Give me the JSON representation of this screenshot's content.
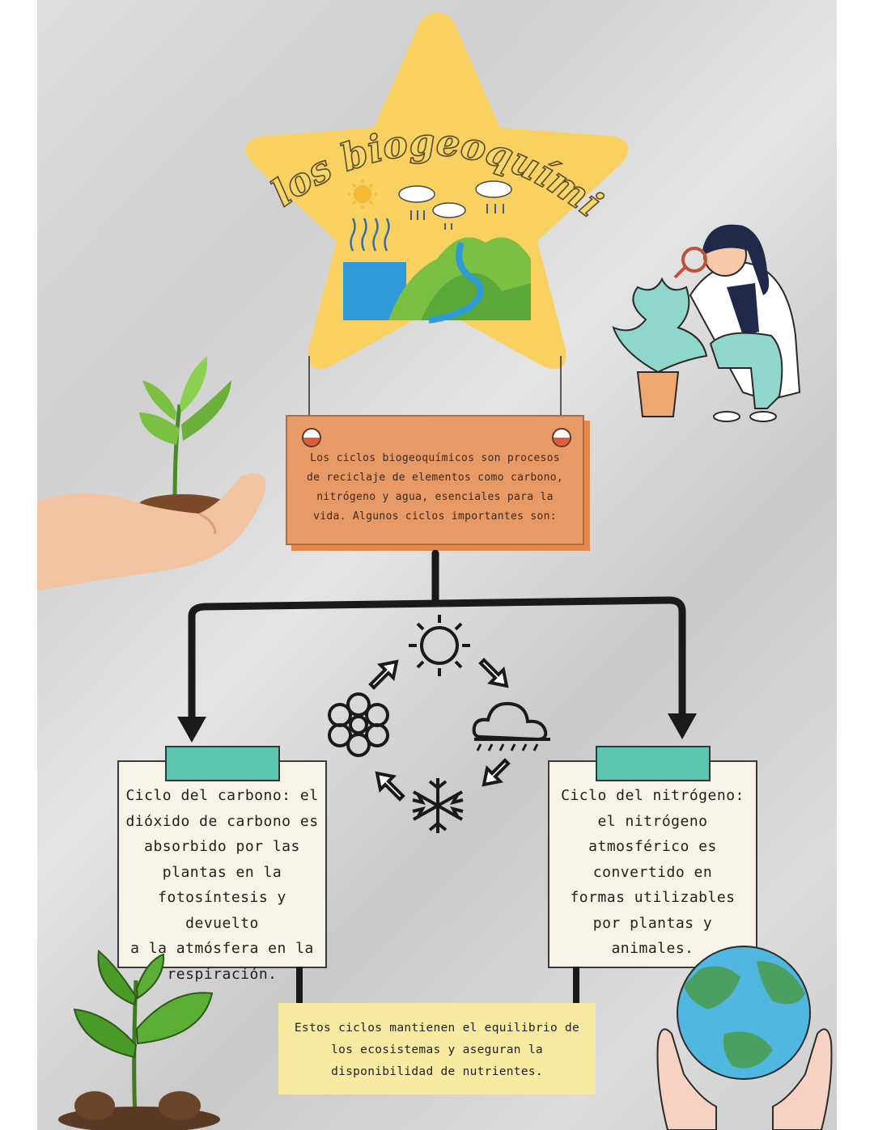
{
  "title": "Ciclos biogeoquímicos",
  "intro": {
    "line1": "Los ciclos biogeoquímicos son procesos",
    "line2": "de reciclaje de elementos como carbono,",
    "line3": "nitrógeno y agua, esenciales para la",
    "line4": "vida. Algunos ciclos importantes son:"
  },
  "carbon": {
    "line1": "Ciclo del carbono: el",
    "line2": "dióxido de carbono es",
    "line3": "absorbido por las",
    "line4": "plantas en la",
    "line5": "fotosíntesis y devuelto",
    "line6": "a la atmósfera en la",
    "line7": "respiración."
  },
  "nitrogen": {
    "line1": "Ciclo del nitrógeno:",
    "line2": "el nitrógeno",
    "line3": "atmosférico es",
    "line4": "convertido en",
    "line5": "formas utilizables",
    "line6": "por plantas y",
    "line7": "animales."
  },
  "conclusion": {
    "line1": "Estos ciclos mantienen el equilibrio de",
    "line2": "los ecosistemas y aseguran la",
    "line3": "disponibilidad de nutrientes."
  },
  "colors": {
    "star": "#f9d160",
    "note_orange": "#e79a66",
    "tape_teal": "#5cc5b0",
    "card_cream": "#f7f3e6",
    "bottom_note": "#f8eaa0"
  },
  "icons": [
    "sun-icon",
    "cloud-rain-icon",
    "snowflake-icon",
    "flower-icon",
    "water-cycle-illustration",
    "scientist-illustration",
    "sprout-hand-illustration",
    "plant-illustration",
    "earth-hands-illustration"
  ]
}
